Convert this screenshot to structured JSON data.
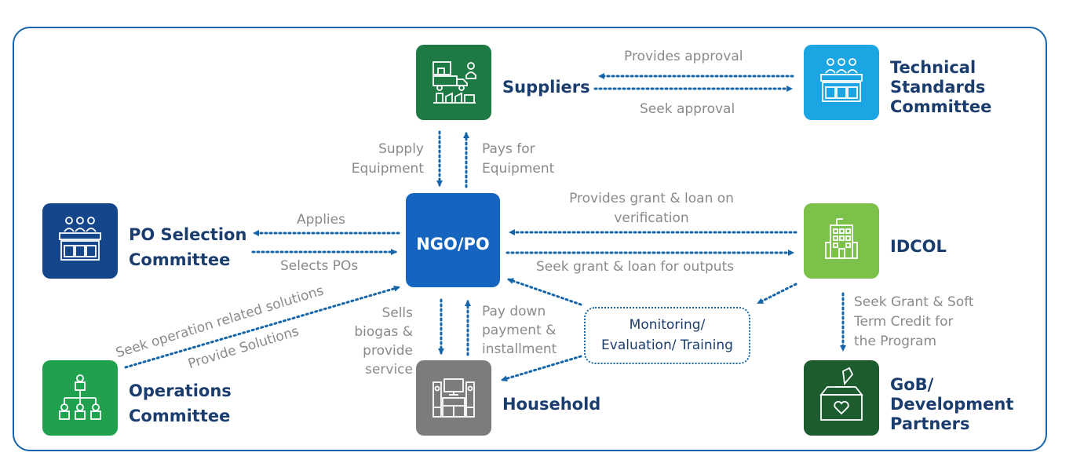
{
  "colors": {
    "frame": "#1565a8",
    "arrow": "#1565a8",
    "suppliers": "#1e7a44",
    "technical": "#1ba6e3",
    "po_selection": "#15468c",
    "ngo": "#1565c0",
    "idcol": "#7cc24a",
    "operations": "#1fa14e",
    "household": "#7c7c7c",
    "gob": "#1c5c2e",
    "label": "#1b3d6e",
    "edge_label": "#8a8a8a"
  },
  "nodes": {
    "suppliers": {
      "label": "Suppliers",
      "icon": "delivery-truck-factory-icon"
    },
    "technical": {
      "label_lines": [
        "Technical",
        "Standards",
        "Committee"
      ],
      "icon": "committee-table-icon"
    },
    "po_selection": {
      "label_lines": [
        "PO Selection",
        "Committee"
      ],
      "icon": "committee-table-icon"
    },
    "ngo": {
      "label": "NGO/PO"
    },
    "idcol": {
      "label": "IDCOL",
      "icon": "office-building-icon"
    },
    "operations": {
      "label_lines": [
        "Operations",
        "Committee"
      ],
      "icon": "org-chart-icon"
    },
    "household": {
      "label": "Household",
      "icon": "household-appliances-icon"
    },
    "gob": {
      "label_lines": [
        "GoB/",
        "Development",
        "Partners"
      ],
      "icon": "ballot-box-heart-icon"
    },
    "monitoring": {
      "label_lines": [
        "Monitoring/",
        "Evaluation/ Training"
      ]
    }
  },
  "edges": {
    "provides_approval": "Provides approval",
    "seek_approval": "Seek approval",
    "supply_equipment": [
      "Supply",
      "Equipment"
    ],
    "pays_for_equipment": [
      "Pays for",
      "Equipment"
    ],
    "applies": "Applies",
    "selects_pos": "Selects POs",
    "provides_grant": [
      "Provides grant & loan on",
      "verification"
    ],
    "seek_grant_loan": "Seek grant & loan for outputs",
    "seek_operation": "Seek operation related solutions",
    "provide_solutions": "Provide Solutions",
    "sells_biogas": [
      "Sells",
      "biogas &",
      "provide",
      "service"
    ],
    "pay_down": [
      "Pay down",
      "payment &",
      "installment"
    ],
    "seek_grant_soft": [
      "Seek Grant & Soft",
      "Term Credit for",
      "the Program"
    ]
  }
}
